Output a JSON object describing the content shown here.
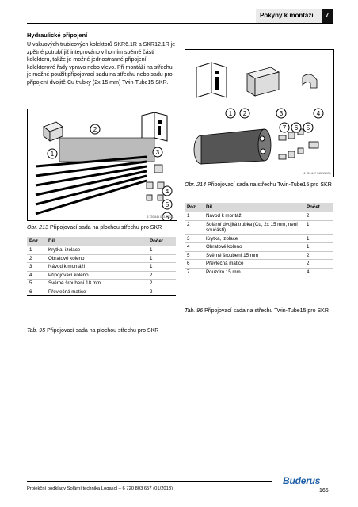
{
  "header": {
    "section": "Pokyny k montáži",
    "chapter": "7"
  },
  "intro": {
    "heading": "Hydraulické připojení",
    "text": "U vakuových trubicových kolektorů SKR6.1R a SKR12.1R je zpětné potrubí již integrováno v horním sběrné části kolektoru, takže je možné jednostranné připojení kolektorové řady vpravo nebo vlevo. Při montáži na střechu je možné použít připojovací sadu na střechu nebo sadu pro připojení dvojitě Cu trubky (2x 15 mm) Twin-Tube15 SKR."
  },
  "figure213": {
    "caption_num": "Obr. 213",
    "caption_text": "Připojovací sada na plochou střechu pro SKR",
    "id": "6 720 641 043-01.1TL",
    "callouts": [
      "1",
      "2",
      "3",
      "4",
      "5",
      "6"
    ]
  },
  "figure214": {
    "caption_num": "Obr. 214",
    "caption_text": "Připojovací sada na střechu Twin-Tube15 pro SKR",
    "id": "6 720 647 043-13.1TL",
    "callouts": [
      "1",
      "2",
      "3",
      "4",
      "7",
      "6",
      "5"
    ]
  },
  "table95": {
    "headers": [
      "Poz.",
      "Díl",
      "Počet"
    ],
    "rows": [
      [
        "1",
        "Krytka, izolace",
        "1"
      ],
      [
        "2",
        "Obratové koleno",
        "1"
      ],
      [
        "3",
        "Návod k montáži",
        "1"
      ],
      [
        "4",
        "Připojovací koleno",
        "2"
      ],
      [
        "5",
        "Svěrné šroubení 18 mm",
        "2"
      ],
      [
        "6",
        "Převlečná matice",
        "2"
      ]
    ],
    "caption_num": "Tab. 95",
    "caption_text": "Připojovací sada na plochou střechu pro SKR"
  },
  "table96": {
    "headers": [
      "Poz.",
      "Díl",
      "Počet"
    ],
    "rows": [
      [
        "1",
        "Návod k montáži",
        "2"
      ],
      [
        "2",
        "Solární dvojitá trubka (Cu, 2x 15 mm, není součástí)",
        "1"
      ],
      [
        "3",
        "Krytka, izolace",
        "1"
      ],
      [
        "4",
        "Obratové koleno",
        "1"
      ],
      [
        "5",
        "Svěrné šroubení 15 mm",
        "2"
      ],
      [
        "6",
        "Převlečná matice",
        "2"
      ],
      [
        "7",
        "Pouzdro 15 mm",
        "4"
      ]
    ],
    "caption_num": "Tab. 96",
    "caption_text": "Připojovací sada na střechu Twin-Tube15 pro SKR"
  },
  "footer": {
    "text": "Projekční podklady Solární technika Logasol – 6 720 803 657 (01/2013)",
    "brand": "Buderus",
    "page": "165"
  }
}
